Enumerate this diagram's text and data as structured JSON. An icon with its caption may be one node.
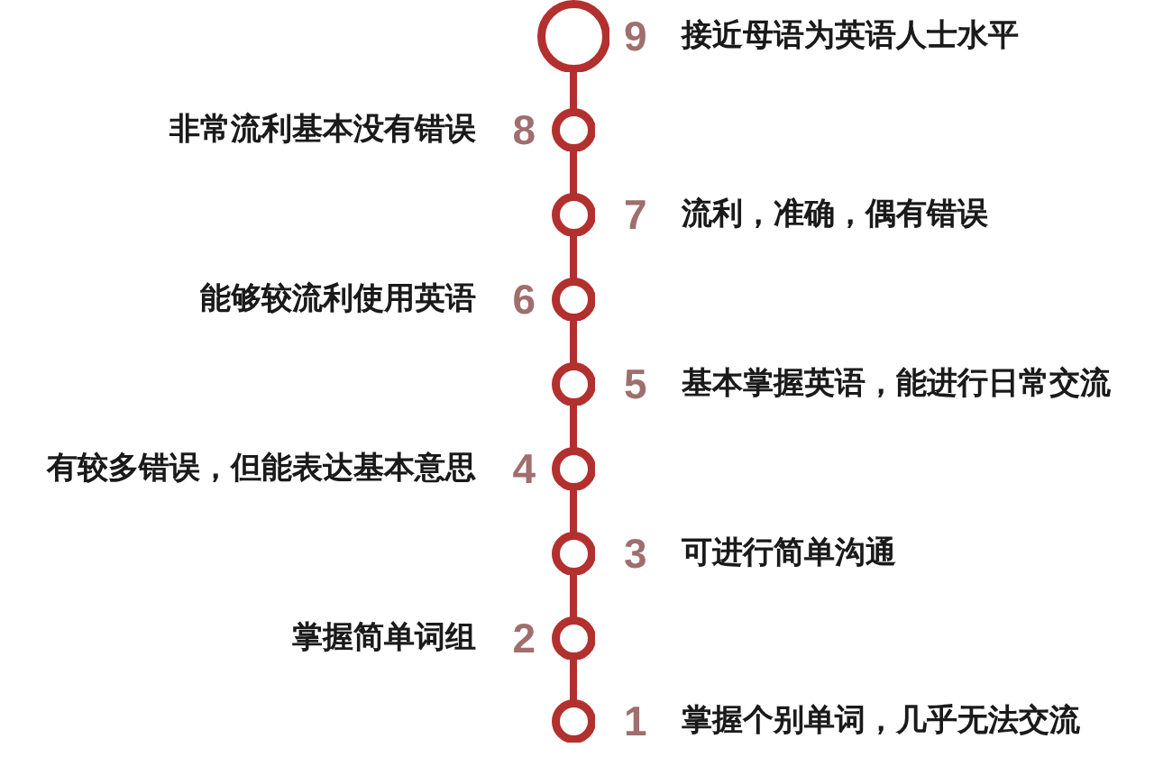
{
  "diagram": {
    "nodes": [
      {
        "text": [],
        "shape": "circle",
        "beside": [
          "9",
          "接近母语为英语人士水平"
        ]
      },
      {
        "text": [],
        "shape": "circle",
        "beside": [
          "非常流利基本没有错误",
          "8"
        ]
      },
      {
        "text": [],
        "shape": "circle",
        "beside": [
          "7",
          "流利，准确，偶有错误"
        ]
      },
      {
        "text": [],
        "shape": "circle",
        "beside": [
          "能够较流利使用英语",
          "6"
        ]
      },
      {
        "text": [],
        "shape": "circle",
        "beside": [
          "5",
          "基本掌握英语，能进行日常交流"
        ]
      },
      {
        "text": [],
        "shape": "circle",
        "beside": [
          "有较多错误，但能表达基本意思",
          "4"
        ]
      },
      {
        "text": [],
        "shape": "circle",
        "beside": [
          "3",
          "可进行简单沟通"
        ]
      },
      {
        "text": [],
        "shape": "circle",
        "beside": [
          "掌握简单词组",
          "2"
        ]
      },
      {
        "text": [],
        "shape": "circle",
        "beside": [
          "1",
          "掌握个别单词，几乎无法交流"
        ]
      }
    ],
    "edges": [
      {
        "from": 0,
        "to": 1,
        "arrow": "none"
      },
      {
        "from": 1,
        "to": 2,
        "arrow": "none"
      },
      {
        "from": 2,
        "to": 3,
        "arrow": "none"
      },
      {
        "from": 3,
        "to": 4,
        "arrow": "none"
      },
      {
        "from": 4,
        "to": 5,
        "arrow": "none"
      },
      {
        "from": 5,
        "to": 6,
        "arrow": "none"
      },
      {
        "from": 6,
        "to": 7,
        "arrow": "none"
      },
      {
        "from": 7,
        "to": 8,
        "arrow": "none"
      }
    ]
  }
}
